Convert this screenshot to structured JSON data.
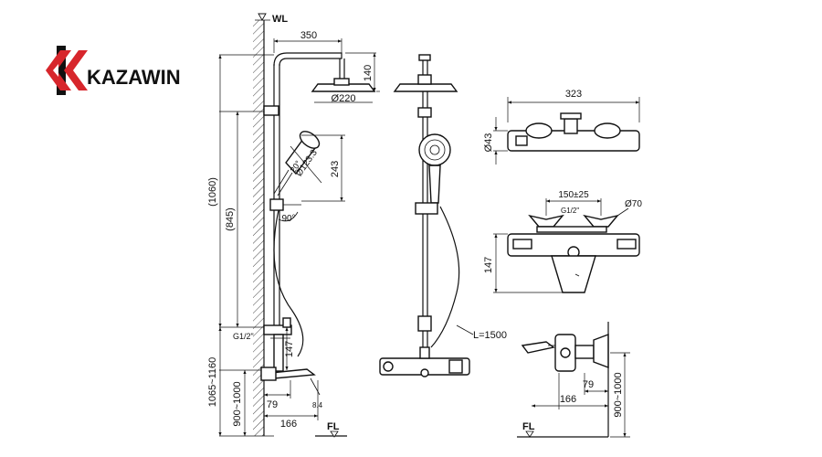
{
  "brand": {
    "name": "KAZAWIN",
    "accent_color": "#d7262c",
    "dark_color": "#111111"
  },
  "labels": {
    "wl": "WL",
    "fl_left": "FL",
    "fl_right": "FL",
    "hose_length": "L=1500",
    "g_half_left": "G1/2\"",
    "g_half_right": "G1/2\""
  },
  "dimensions": {
    "d350": "350",
    "d140": "140",
    "dia220": "Ø220",
    "d1060": "(1060)",
    "d845": "(845)",
    "d243": "243",
    "dia123": "Ø123.3",
    "d20": "20°",
    "d90": "90°",
    "d147_left": "147",
    "d1065_1160": "1065~1160",
    "d900_1000_left": "900~1000",
    "d79_left": "79",
    "d166_left": "166",
    "d8_4": "8.4",
    "d323": "323",
    "dia43": "Ø43",
    "d150_25": "150±25",
    "dia70": "Ø70",
    "d147_right": "147",
    "d79_right": "79",
    "d166_right": "166",
    "d900_1000_right": "900~1000"
  }
}
